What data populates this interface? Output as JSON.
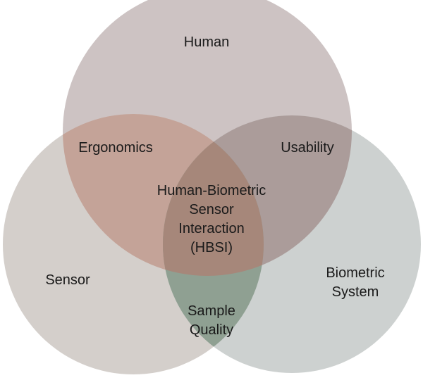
{
  "diagram": {
    "sets": [
      {
        "name": "Human",
        "color": "#cdc3c3"
      },
      {
        "name": "Sensor",
        "color": "#d4cfcb"
      },
      {
        "name": "Biometric System",
        "color": "#cdd1d0"
      }
    ],
    "overlaps": {
      "human_sensor": {
        "name": "Ergonomics",
        "color": "#c4a398"
      },
      "human_system": {
        "name": "Usability",
        "color": "#ab9c9a"
      },
      "sensor_system": {
        "name": "Sample Quality",
        "color": "#8fa092"
      },
      "center": {
        "name": "Human-Biometric Sensor Interaction (HBSI)",
        "color": "#a6877a"
      }
    },
    "labels": {
      "human": "Human",
      "ergonomics": "Ergonomics",
      "usability": "Usability",
      "center_line1": "Human-Biometric",
      "center_line2": "Sensor",
      "center_line3": "Interaction",
      "center_line4": "(HBSI)",
      "sensor": "Sensor",
      "system_line1": "Biometric",
      "system_line2": "System",
      "quality_line1": "Sample",
      "quality_line2": "Quality"
    }
  }
}
